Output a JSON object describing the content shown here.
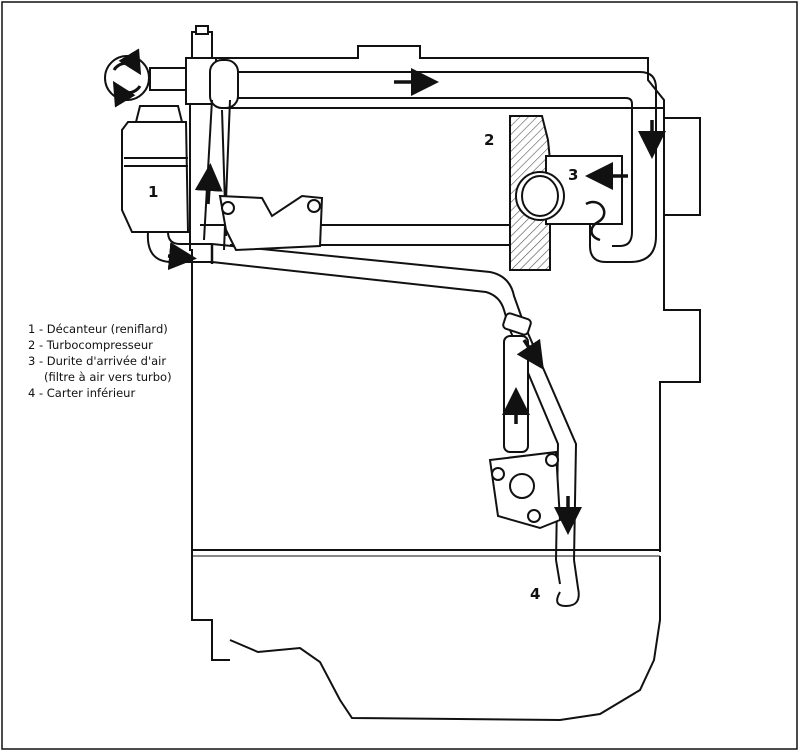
{
  "callouts": {
    "n1": "1",
    "n2": "2",
    "n3": "3",
    "n4": "4"
  },
  "legend": [
    "1 - Décanteur (reniflard)",
    "2 - Turbocompresseur",
    "3 - Durite d'arrivée d'air",
    "(filtre à air vers turbo)",
    "4 - Carter inférieur"
  ],
  "colors": {
    "ink": "#111111",
    "paper": "#ffffff",
    "hatch": "#555555"
  }
}
